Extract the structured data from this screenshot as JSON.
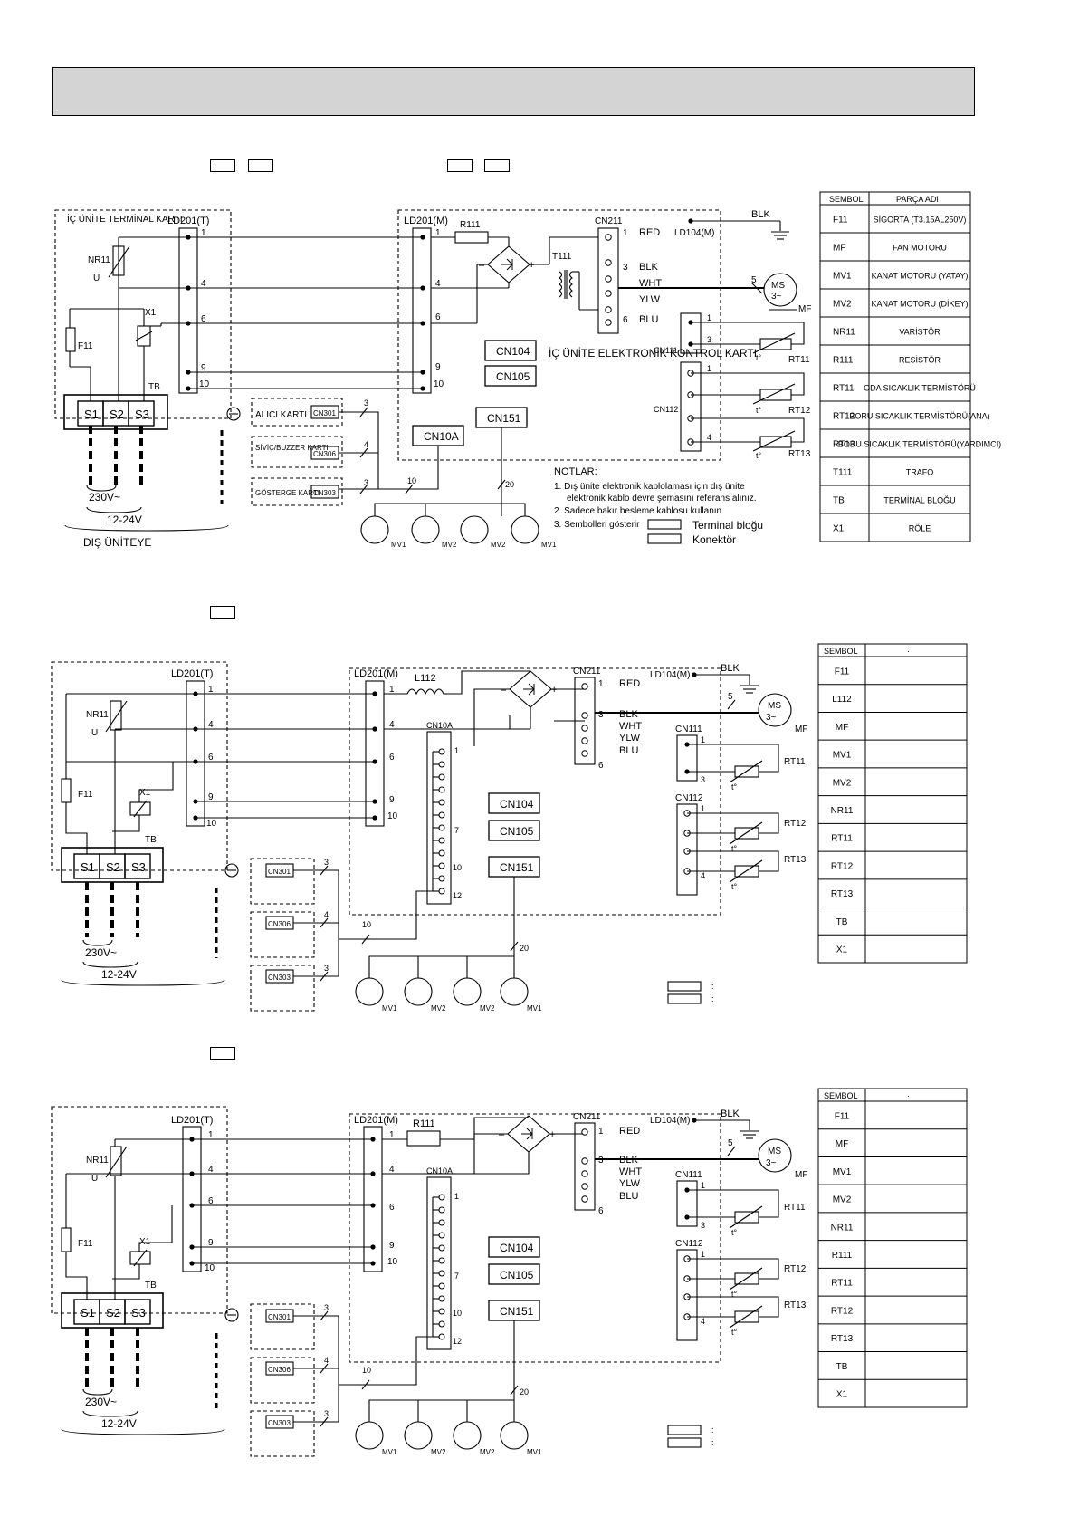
{
  "header": {
    "title": ""
  },
  "terminal": {
    "title": "İÇ ÜNİTE TERMİNAL KARTI",
    "s1": "S1",
    "s2": "S2",
    "s3": "S3",
    "tb": "TB",
    "v230": "230V~",
    "v1224": "12-24V",
    "dis": "DIŞ ÜNİTEYE"
  },
  "parts": {
    "ld201t": "LD201(T)",
    "ld201m": "LD201(M)",
    "ld104m": "LD104(M)",
    "cn211": "CN211",
    "cn111": "CN111",
    "cn112": "CN112",
    "cn104": "CN104",
    "cn105": "CN105",
    "cn151": "CN151",
    "cn10a": "CN10A",
    "cn301": "CN301",
    "cn306": "CN306",
    "cn303": "CN303",
    "r111": "R111",
    "l112": "L112",
    "t111": "T111",
    "nr11": "NR11",
    "u": "U",
    "f11": "F11",
    "x1": "X1",
    "rt11": "RT11",
    "rt12": "RT12",
    "rt13": "RT13",
    "ms": "MS",
    "ms3": "3~",
    "mf": "MF",
    "mv1": "MV1",
    "mv2": "MV2",
    "blk": "BLK",
    "t": "t°"
  },
  "wires": {
    "red": "RED",
    "blk": "BLK",
    "wht": "WHT",
    "ylw": "YLW",
    "blu": "BLU"
  },
  "labels": {
    "control_card": "İÇ ÜNİTE ELEKTRONİK KONTROL KARTI",
    "alici": "ALICI KARTI",
    "sivic": "SİVİÇ/BUZZER KARTI",
    "gosterge": "GÖSTERGE KARTI"
  },
  "notes": {
    "title": "NOTLAR:",
    "n1": "1.  Dış ünite elektronik kablolaması için dış ünite",
    "n1b": "elektronik kablo devre şemasını referans alınız.",
    "n2": "2. Sadece bakır besleme kablosu kullanın",
    "n3": "3. Sembolleri gösterir",
    "terminal": "Terminal bloğu",
    "connector": "Konektör"
  },
  "table1": {
    "head": [
      "SEMBOL",
      "PARÇA ADI"
    ],
    "rows": [
      [
        "F11",
        "SİGORTA (T3.15AL250V)"
      ],
      [
        "MF",
        "FAN MOTORU"
      ],
      [
        "MV1",
        "KANAT MOTORU (YATAY)"
      ],
      [
        "MV2",
        "KANAT MOTORU (DİKEY)"
      ],
      [
        "NR11",
        "VARİSTÖR"
      ],
      [
        "R111",
        "RESİSTÖR"
      ],
      [
        "RT11",
        "ODA SICAKLIK TERMİSTÖRÜ"
      ],
      [
        "RT12",
        "BORU SICAKLIK TERMİSTÖRÜ(ANA)"
      ],
      [
        "RT13",
        "BORU SICAKLIK TERMİSTÖRÜ(YARDIMCI)"
      ],
      [
        "T111",
        "TRAFO"
      ],
      [
        "TB",
        "TERMİNAL BLOĞU"
      ],
      [
        "X1",
        "RÖLE"
      ]
    ]
  },
  "table2": {
    "head": [
      "SEMBOL",
      "·"
    ],
    "rows": [
      "F11",
      "L112",
      "MF",
      "MV1",
      "MV2",
      "NR11",
      "RT11",
      "RT12",
      "RT13",
      "TB",
      "X1"
    ]
  },
  "table3": {
    "head": [
      "SEMBOL",
      "·"
    ],
    "rows": [
      "F11",
      "MF",
      "MV1",
      "MV2",
      "NR11",
      "R111",
      "RT11",
      "RT12",
      "RT13",
      "TB",
      "X1"
    ]
  },
  "pins": {
    "p1": "1",
    "p3": "3",
    "p4": "4",
    "p5": "5",
    "p6": "6",
    "p7": "7",
    "p9": "9",
    "p10": "10",
    "p12": "12",
    "p20": "20"
  }
}
